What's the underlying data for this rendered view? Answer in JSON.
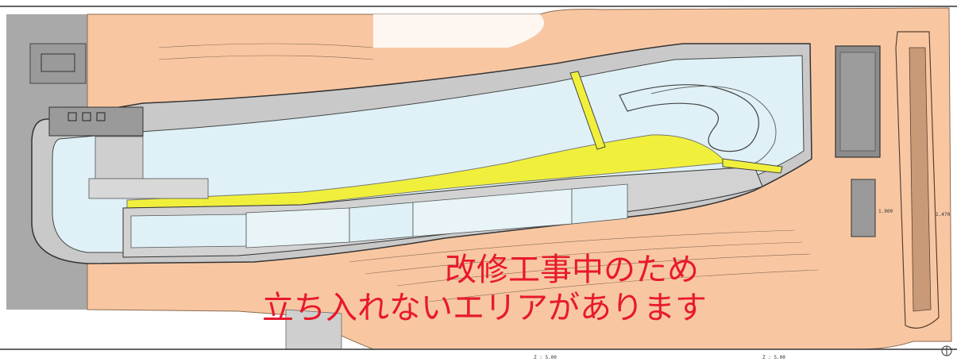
{
  "notice": {
    "line1": "改修工事中のため",
    "line2": "立ち入れないエリアがあります"
  },
  "labels": {
    "scale_label_1": "Z : 5.00",
    "scale_label_2": "Z : 5.00",
    "dim_left": "1.900",
    "dim_right": "1.470"
  },
  "colors": {
    "construction_area": "#f8c7a2",
    "water": "#dff1f6",
    "highlight": "#f0f03c",
    "notice_text": "#e8192c",
    "paved_gray": "#a8a8a8"
  }
}
